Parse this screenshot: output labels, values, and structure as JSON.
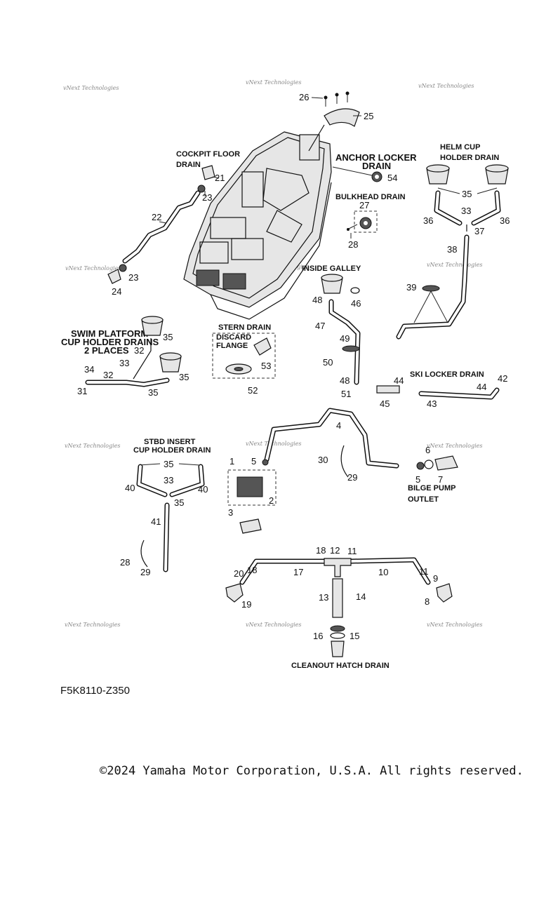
{
  "watermark": "vNext Technologies",
  "section_labels": {
    "cockpit_floor_drain": [
      "COCKPIT FLOOR",
      "DRAIN"
    ],
    "anchor_locker_drain": [
      "ANCHOR LOCKER",
      "DRAIN"
    ],
    "helm_cup_holder_drain": [
      "HELM CUP",
      "HOLDER DRAIN"
    ],
    "bulkhead_drain": "BULKHEAD DRAIN",
    "inside_galley": "INSIDE GALLEY",
    "swim_platform": [
      "SWIM PLATFORM",
      "CUP HOLDER DRAINS",
      "2 PLACES"
    ],
    "stern_drain": "STERN DRAIN",
    "discard_flange": [
      "DISCARD",
      "FLANGE"
    ],
    "ski_locker_drain": "SKI LOCKER DRAIN",
    "stbd_insert": [
      "STBD INSERT",
      "CUP HOLDER DRAIN"
    ],
    "bilge_pump_outlet": [
      "BILGE PUMP",
      "OUTLET"
    ],
    "cleanout_hatch_drain": "CLEANOUT HATCH DRAIN"
  },
  "part_numbers": [
    "26",
    "25",
    "21",
    "23",
    "54",
    "22",
    "23",
    "24",
    "27",
    "28",
    "35",
    "33",
    "36",
    "36",
    "37",
    "38",
    "39",
    "48",
    "46",
    "47",
    "49",
    "50",
    "48",
    "51",
    "35",
    "32",
    "33",
    "35",
    "32",
    "34",
    "31",
    "35",
    "53",
    "52",
    "44",
    "42",
    "44",
    "45",
    "43",
    "4",
    "1",
    "5",
    "2",
    "3",
    "30",
    "29",
    "6",
    "5",
    "7",
    "35",
    "40",
    "33",
    "40",
    "35",
    "41",
    "28",
    "29",
    "18",
    "12",
    "11",
    "17",
    "10",
    "20",
    "18",
    "19",
    "11",
    "9",
    "8",
    "13",
    "14",
    "16",
    "15"
  ],
  "diagram_code": "F5K8110-Z350",
  "copyright": "©2024 Yamaha Motor Corporation, U.S.A. All rights reserved."
}
